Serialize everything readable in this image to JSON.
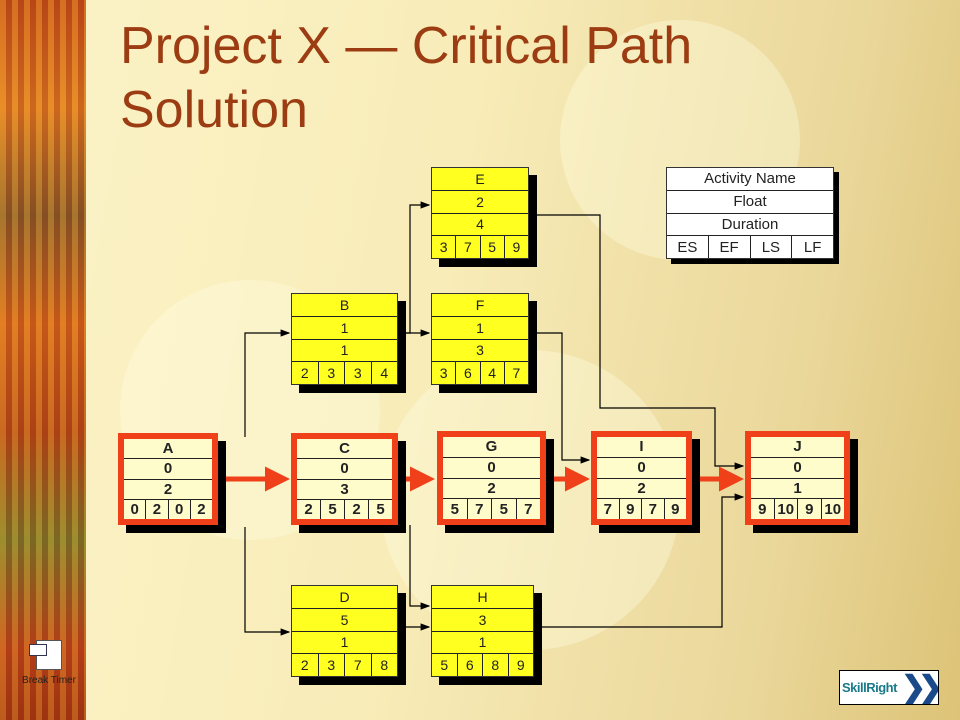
{
  "title": "Project X — Critical Path Solution",
  "legend": {
    "name": "Activity Name",
    "float": "Float",
    "duration": "Duration",
    "cols": [
      "ES",
      "EF",
      "LS",
      "LF"
    ]
  },
  "nodes": [
    {
      "id": "A",
      "float": "0",
      "duration": "2",
      "times": [
        "0",
        "2",
        "0",
        "2"
      ],
      "critical": true
    },
    {
      "id": "B",
      "float": "1",
      "duration": "1",
      "times": [
        "2",
        "3",
        "3",
        "4"
      ],
      "critical": false
    },
    {
      "id": "C",
      "float": "0",
      "duration": "3",
      "times": [
        "2",
        "5",
        "2",
        "5"
      ],
      "critical": true
    },
    {
      "id": "D",
      "float": "5",
      "duration": "1",
      "times": [
        "2",
        "3",
        "7",
        "8"
      ],
      "critical": false
    },
    {
      "id": "E",
      "float": "2",
      "duration": "4",
      "times": [
        "3",
        "7",
        "5",
        "9"
      ],
      "critical": false
    },
    {
      "id": "F",
      "float": "1",
      "duration": "3",
      "times": [
        "3",
        "6",
        "4",
        "7"
      ],
      "critical": false
    },
    {
      "id": "G",
      "float": "0",
      "duration": "2",
      "times": [
        "5",
        "7",
        "5",
        "7"
      ],
      "critical": true
    },
    {
      "id": "H",
      "float": "3",
      "duration": "1",
      "times": [
        "5",
        "6",
        "8",
        "9"
      ],
      "critical": false
    },
    {
      "id": "I",
      "float": "0",
      "duration": "2",
      "times": [
        "7",
        "9",
        "7",
        "9"
      ],
      "critical": true
    },
    {
      "id": "J",
      "float": "0",
      "duration": "1",
      "times": [
        "9",
        "10",
        "9",
        "10"
      ],
      "critical": true
    }
  ],
  "edges": [
    [
      "A",
      "C",
      true
    ],
    [
      "C",
      "G",
      true
    ],
    [
      "G",
      "I",
      true
    ],
    [
      "I",
      "J",
      true
    ],
    [
      "A",
      "B",
      false
    ],
    [
      "A",
      "D",
      false
    ],
    [
      "B",
      "E",
      false
    ],
    [
      "B",
      "F",
      false
    ],
    [
      "C",
      "H",
      false
    ],
    [
      "D",
      "H",
      false
    ],
    [
      "E",
      "J",
      false
    ],
    [
      "F",
      "I",
      false
    ],
    [
      "H",
      "J",
      false
    ]
  ],
  "desktop_icon": {
    "label": "Break Timer"
  },
  "logo": {
    "text": "SkillRight"
  },
  "colors": {
    "critical": "#f0401a",
    "node": "#ffff20",
    "title": "#9c3c12"
  }
}
